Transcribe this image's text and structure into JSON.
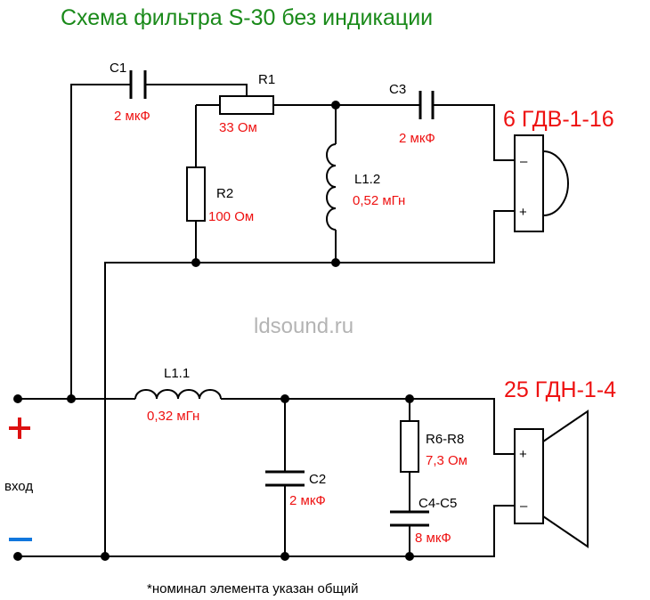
{
  "title": "Схема фильтра S-30 без индикации",
  "watermark": "ldsound.ru",
  "footnote": "*номинал элемента указан общий",
  "input": {
    "label": "вход",
    "plus": "+",
    "minus": "–"
  },
  "tweeter": {
    "name": "6 ГДВ-1-16",
    "minus": "–",
    "plus": "+"
  },
  "woofer": {
    "name": "25 ГДН-1-4",
    "plus": "+",
    "minus": "–"
  },
  "components": {
    "c1": {
      "ref": "C1",
      "value": "2 мкФ"
    },
    "r1": {
      "ref": "R1",
      "value": "33 Ом"
    },
    "r2": {
      "ref": "R2",
      "value": "100 Ом"
    },
    "c3": {
      "ref": "C3",
      "value": "2 мкФ"
    },
    "l12": {
      "ref": "L1.2",
      "value": "0,52 мГн"
    },
    "l11": {
      "ref": "L1.1",
      "value": "0,32 мГн"
    },
    "c2": {
      "ref": "C2",
      "value": "2 мкФ"
    },
    "r68": {
      "ref": "R6-R8",
      "value": "7,3 Ом"
    },
    "c45": {
      "ref": "C4-C5",
      "value": "8 мкФ"
    }
  },
  "colors": {
    "title": "#1a8a1a",
    "value": "#ee1111",
    "plus": "#dd1111",
    "minus": "#1177dd",
    "wire": "#000000",
    "watermark": "#b4b4b4"
  }
}
